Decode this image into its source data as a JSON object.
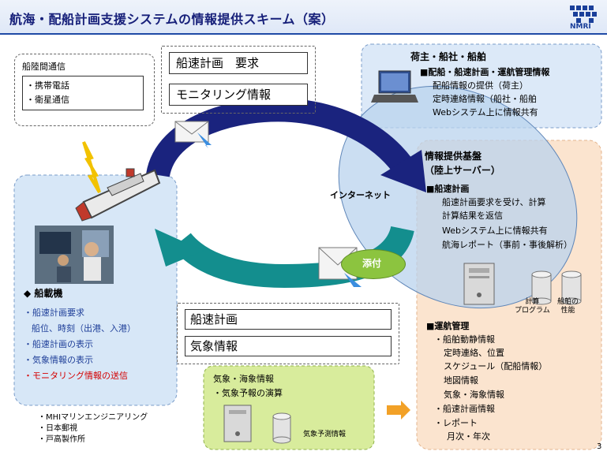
{
  "title": "航海・配船計画支援システムの情報提供スキーム（案）",
  "logo": {
    "text": "NMRI"
  },
  "page_number": "3",
  "comm_box": {
    "heading": "船陸間通信",
    "items": [
      "・携帯電話",
      "・衛星通信"
    ]
  },
  "request_box": {
    "items": [
      "船速計画　要求",
      "モニタリング情報"
    ]
  },
  "result_box": {
    "items": [
      "船速計画",
      "気象情報"
    ]
  },
  "shipper_box": {
    "heading": "荷主・船社・船舶",
    "subheading": "■配船・船速計画・運航管理情報",
    "items": [
      "配船情報の提供（荷主）",
      "定時連絡情報（船社・船舶",
      "Webシステム上に情報共有"
    ]
  },
  "internet_label": "インターネット",
  "attach_label": "添付",
  "server_box": {
    "heading1": "情報提供基盤",
    "heading2": "（陸上サーバー）",
    "section1_title": "■船速計画",
    "section1_items": [
      "船速計画要求を受け、計算",
      "計算結果を返信",
      "Webシステム上に情報共有",
      "航海レポート（事前・事後解析）"
    ],
    "db_labels": [
      "計算\nプログラム",
      "船舶の\n性能"
    ],
    "section2_title": "■運航管理",
    "section2_items": [
      "・船舶動静情報",
      "定時連絡、位置",
      "スケジュール（配船情報）",
      "地図情報",
      "気象・海象情報",
      "・船速計画情報",
      "・レポート",
      "月次・年次"
    ]
  },
  "ship_box": {
    "heading": "◆ 船載機",
    "items": [
      "・船速計画要求",
      "船位、時刻（出港、入港）",
      "・船速計画の表示",
      "・気象情報の表示",
      "・モニタリング情報の送信"
    ]
  },
  "weather_box": {
    "items": [
      "気象・海象情報",
      "・気象予報の演算"
    ],
    "db_label": "気象予測情報"
  },
  "partners": [
    "・MHIマリンエンジニアリング",
    "・日本郵視",
    "・戸高製作所"
  ],
  "colors": {
    "title": "#17207a",
    "arrow_dark": "#1a237e",
    "arrow_teal": "#138e8e",
    "server_bg": "#fbe4cf",
    "ship_bg": "#d7e7f7",
    "weather_bg": "#d8ec9c",
    "attach": "#8cc43f"
  }
}
